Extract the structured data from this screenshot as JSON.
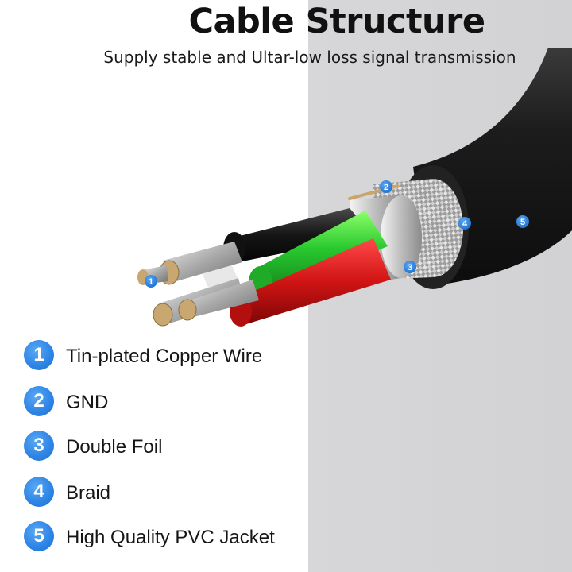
{
  "header": {
    "title": "Cable Structure",
    "subtitle": "Supply stable and Ultar-low loss signal transmission"
  },
  "colors": {
    "badge_blue": "#2f86e6",
    "jacket": "#1a1a1a",
    "green_wire": "#2fd13a",
    "red_wire": "#d41515",
    "copper": "#c9a56a"
  },
  "diagram_badges": [
    "1",
    "2",
    "3",
    "4",
    "5"
  ],
  "legend": {
    "items": [
      {
        "num": "1",
        "label": "Tin-plated Copper Wire"
      },
      {
        "num": "2",
        "label": "GND"
      },
      {
        "num": "3",
        "label": "Double Foil"
      },
      {
        "num": "4",
        "label": "Braid"
      },
      {
        "num": "5",
        "label": "High Quality PVC Jacket"
      }
    ]
  }
}
